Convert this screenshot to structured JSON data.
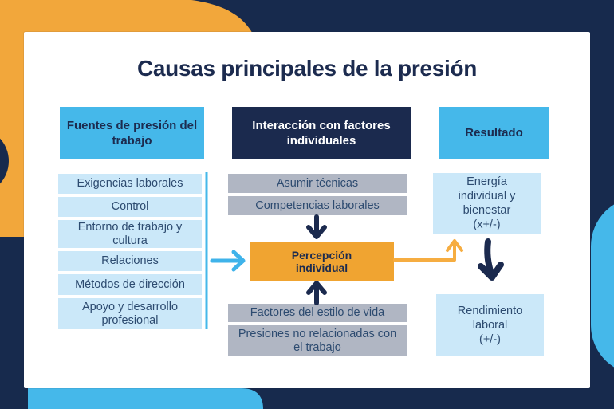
{
  "title": "Causas principales de la presión",
  "sources": {
    "header": "Fuentes de presión del trabajo",
    "items": [
      "Exigencias laborales",
      "Control",
      "Entorno de trabajo y cultura",
      "Relaciones",
      "Métodos de dirección",
      "Apoyo y desarrollo profesional"
    ]
  },
  "interaction": {
    "header": "Interacción con factores individuales",
    "top_items": [
      "Asumir técnicas",
      "Competencias laborales"
    ],
    "center_lines": [
      "Percepción",
      "individual"
    ],
    "bottom_items": [
      "Factores del estilo de vida",
      "Presiones no relacionadas con el trabajo"
    ]
  },
  "result": {
    "header": "Resultado",
    "boxes": [
      {
        "lines": [
          "Energía",
          "individual y",
          "bienestar",
          "(x+/-)"
        ]
      },
      {
        "lines": [
          "Rendimiento",
          "laboral",
          "(+/-)"
        ]
      }
    ]
  },
  "colors": {
    "background_navy": "#172A4D",
    "accent_blue": "#45B8EA",
    "light_blue_box": "#CBE8F9",
    "gray_box": "#B0B6C3",
    "orange_box": "#F0A431",
    "blob_orange": "#F2A73B",
    "arrow_blue": "#3FB3EA",
    "arrow_orange": "#F6AD41",
    "arrow_navy": "#1B2A4E",
    "title_text": "#1C2B4F",
    "item_text": "#2D4B70"
  }
}
